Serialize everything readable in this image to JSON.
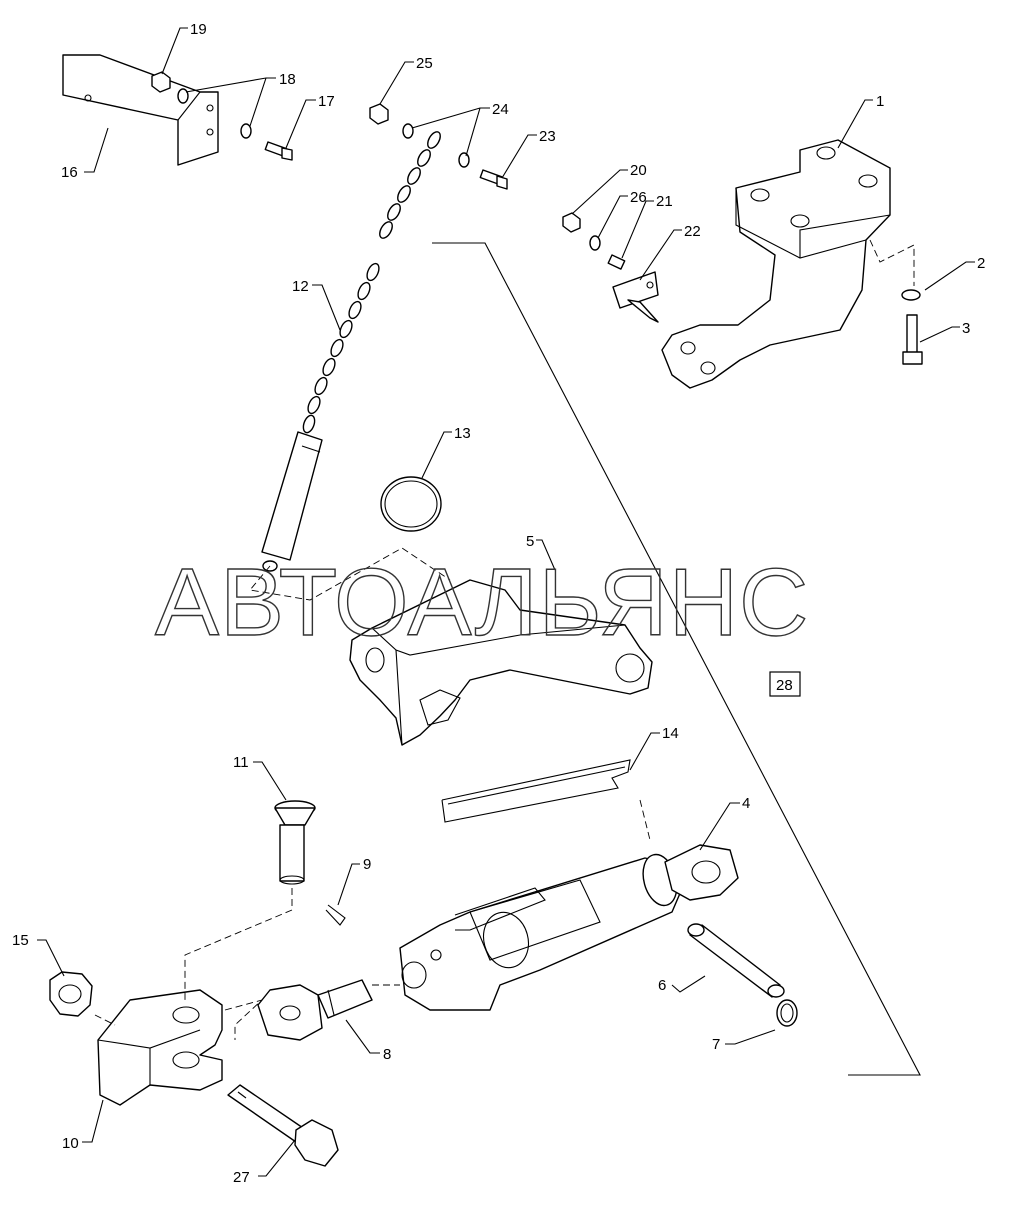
{
  "watermark": "АВТОАЛЬЯНС",
  "callouts": {
    "c1": "1",
    "c2": "2",
    "c3": "3",
    "c4": "4",
    "c5": "5",
    "c6": "6",
    "c7": "7",
    "c8": "8",
    "c9": "9",
    "c10": "10",
    "c11": "11",
    "c12": "12",
    "c13": "13",
    "c14": "14",
    "c15": "15",
    "c16": "16",
    "c17": "17",
    "c18": "18",
    "c19": "19",
    "c20": "20",
    "c21": "21",
    "c22": "22",
    "c23": "23",
    "c24": "24",
    "c25": "25",
    "c26": "26",
    "c27": "27",
    "c28": "28"
  }
}
